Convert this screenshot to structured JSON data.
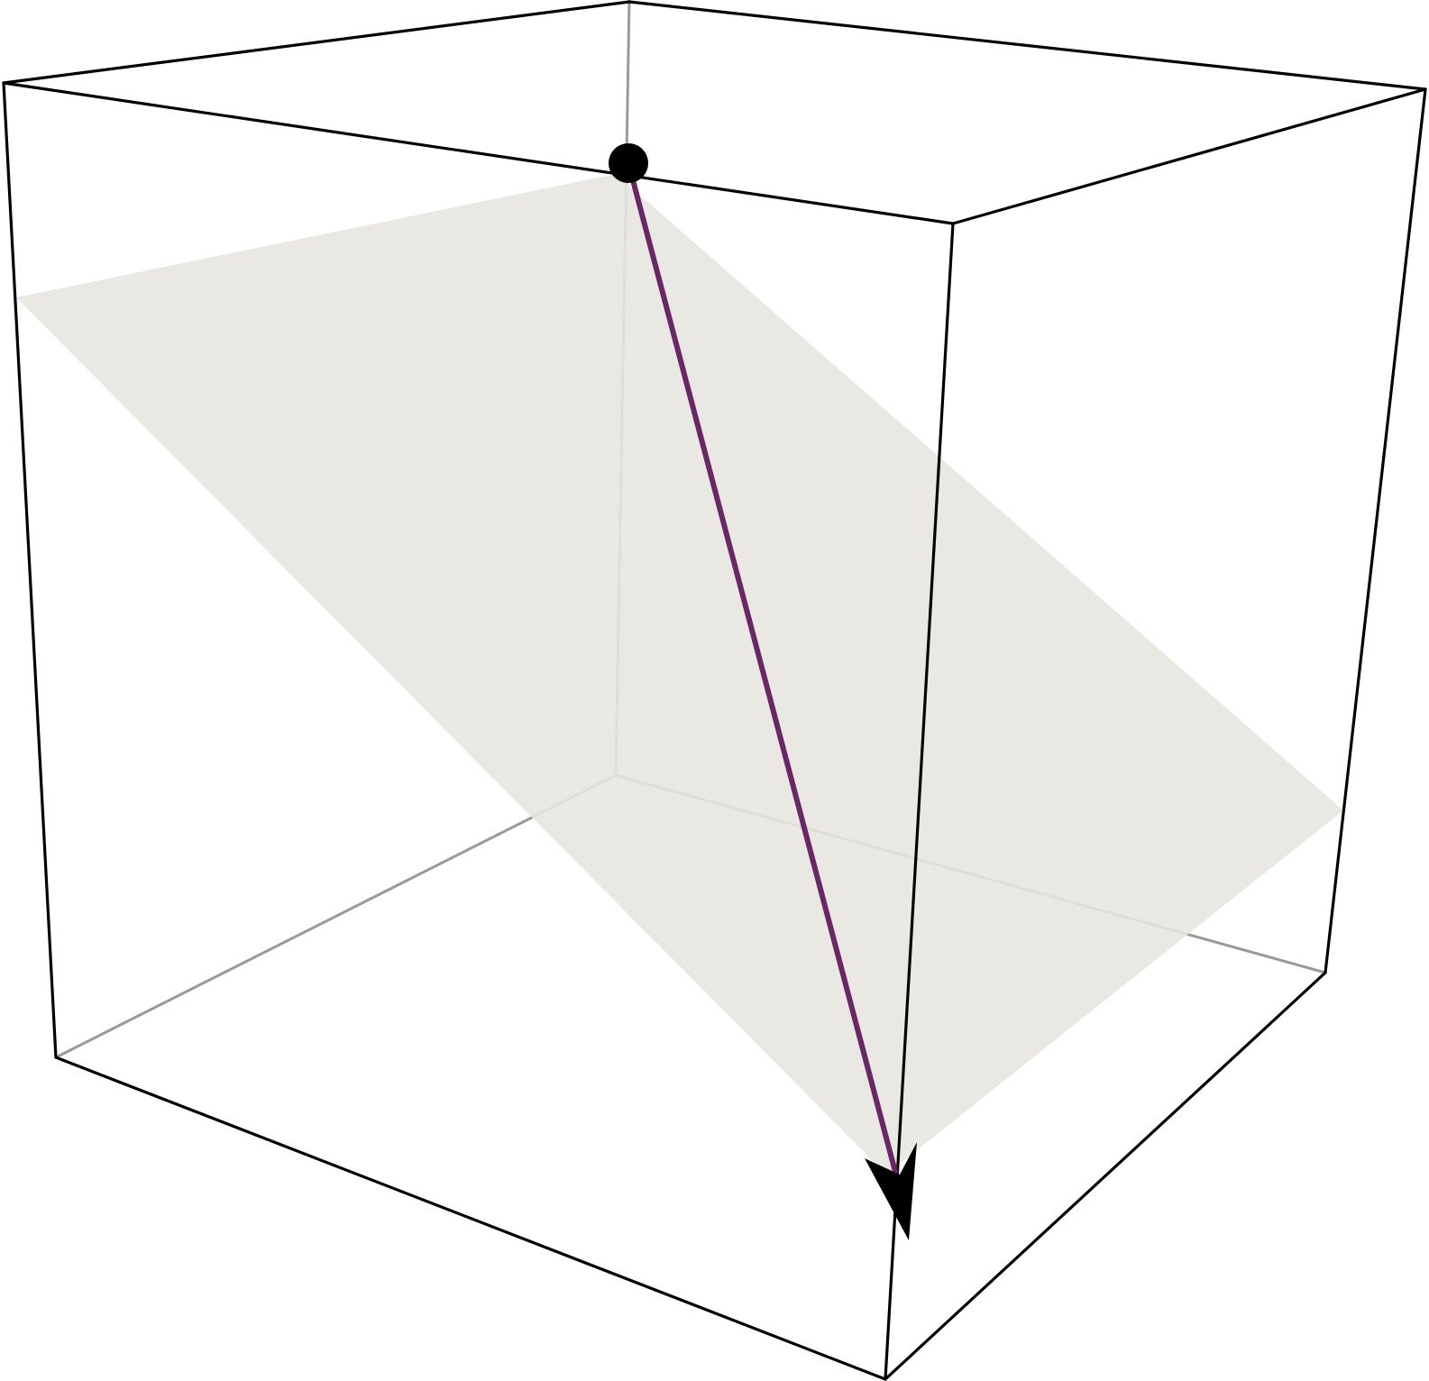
{
  "diagram": {
    "kind": "3d-bounding-box",
    "elements": [
      "bounding-box",
      "plane",
      "start-point",
      "vector-arrow"
    ],
    "colors": {
      "box_edges": "#000000",
      "hidden_edges": "#9a9a96",
      "plane_fill": "#e8e6df",
      "vector": "#6b2668",
      "point": "#000000",
      "arrowhead": "#000000"
    }
  }
}
